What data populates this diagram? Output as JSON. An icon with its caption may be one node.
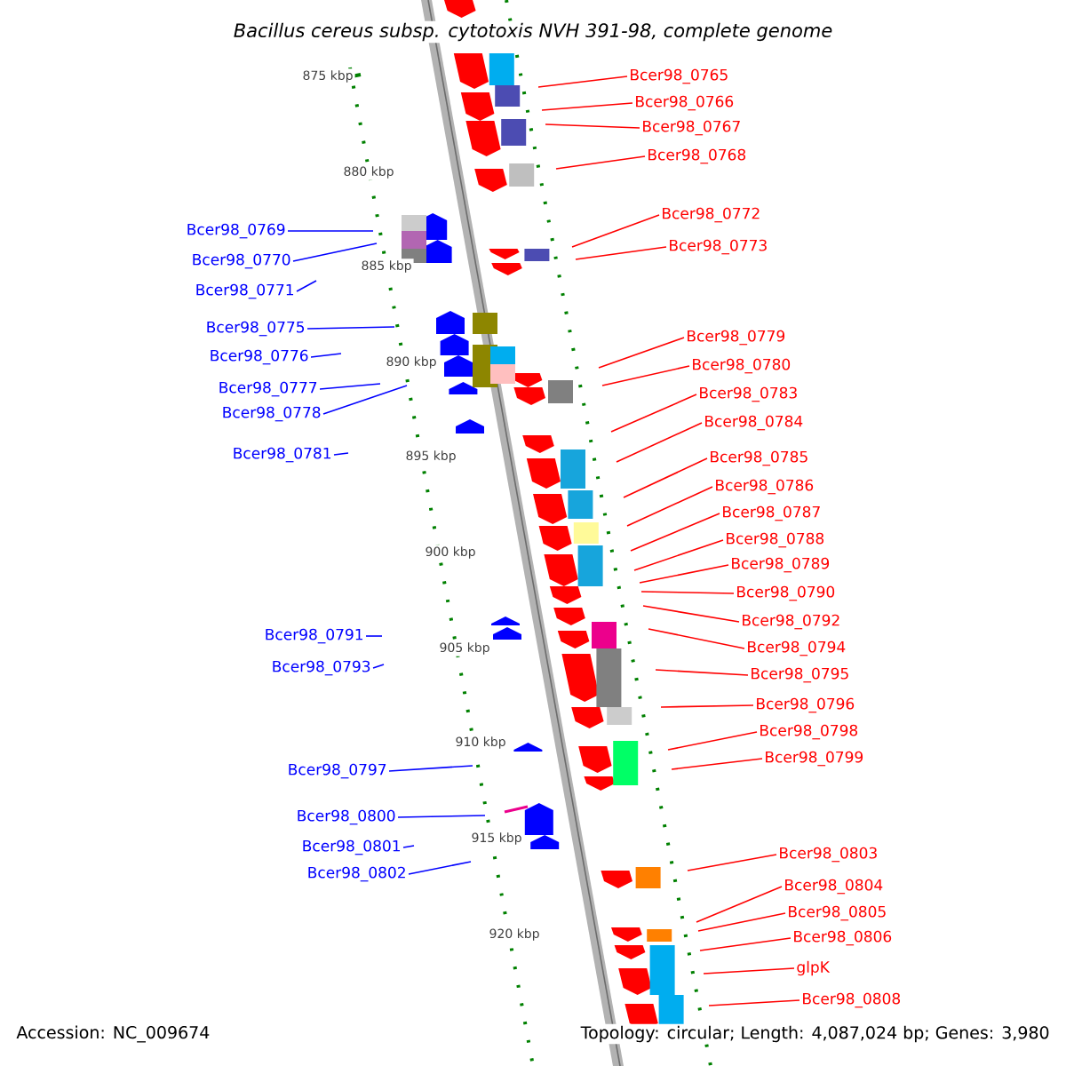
{
  "diagram": {
    "title": "*Bacillus cereus* subsp. *cytotoxis* NVH 391-98, complete genome",
    "nodes": [
      {
        "text": [
          "Bcer98_0765"
        ]
      },
      {
        "text": [
          "Bcer98_0766"
        ]
      },
      {
        "text": [
          "Bcer98_0767"
        ]
      },
      {
        "text": [
          "Bcer98_0768"
        ]
      },
      {
        "text": [
          "Bcer98_0772"
        ]
      },
      {
        "text": [
          "Bcer98_0773"
        ]
      },
      {
        "text": [
          "Bcer98_0779"
        ]
      },
      {
        "text": [
          "Bcer98_0780"
        ]
      },
      {
        "text": [
          "Bcer98_0783"
        ]
      },
      {
        "text": [
          "Bcer98_0784"
        ]
      },
      {
        "text": [
          "Bcer98_0785"
        ]
      },
      {
        "text": [
          "Bcer98_0786"
        ]
      },
      {
        "text": [
          "Bcer98_0787"
        ]
      },
      {
        "text": [
          "Bcer98_0788"
        ]
      },
      {
        "text": [
          "Bcer98_0789"
        ]
      },
      {
        "text": [
          "Bcer98_0790"
        ]
      },
      {
        "text": [
          "Bcer98_0792"
        ]
      },
      {
        "text": [
          "Bcer98_0794"
        ]
      },
      {
        "text": [
          "Bcer98_0795"
        ]
      },
      {
        "text": [
          "Bcer98_0796"
        ]
      },
      {
        "text": [
          "Bcer98_0798"
        ]
      },
      {
        "text": [
          "Bcer98_0799"
        ]
      },
      {
        "text": [
          "Bcer98_0803"
        ]
      },
      {
        "text": [
          "Bcer98_0804"
        ]
      },
      {
        "text": [
          "Bcer98_0805"
        ]
      },
      {
        "text": [
          "Bcer98_0806"
        ]
      },
      {
        "text": [
          "glpK"
        ]
      },
      {
        "text": [
          "Bcer98_0808"
        ]
      },
      {
        "text": [
          "Bcer98_0769"
        ]
      },
      {
        "text": [
          "Bcer98_0770"
        ]
      },
      {
        "text": [
          "Bcer98_0771"
        ]
      },
      {
        "text": [
          "Bcer98_0775"
        ]
      },
      {
        "text": [
          "Bcer98_0776"
        ]
      },
      {
        "text": [
          "Bcer98_0777"
        ]
      },
      {
        "text": [
          "Bcer98_0778"
        ]
      },
      {
        "text": [
          "Bcer98_0781"
        ]
      },
      {
        "text": [
          "Bcer98_0791"
        ]
      },
      {
        "text": [
          "Bcer98_0793"
        ]
      },
      {
        "text": [
          "Bcer98_0797"
        ]
      },
      {
        "text": [
          "Bcer98_0800"
        ]
      },
      {
        "text": [
          "Bcer98_0801"
        ]
      },
      {
        "text": [
          "Bcer98_0802"
        ]
      }
    ],
    "edges": [
      {
        "from": 0,
        "to": null,
        "arrow": "none"
      },
      {
        "from": 1,
        "to": null,
        "arrow": "none"
      },
      {
        "from": 2,
        "to": null,
        "arrow": "none"
      },
      {
        "from": 3,
        "to": null,
        "arrow": "none"
      },
      {
        "from": 4,
        "to": null,
        "arrow": "none"
      },
      {
        "from": 5,
        "to": null,
        "arrow": "none"
      },
      {
        "from": 6,
        "to": null,
        "arrow": "none"
      },
      {
        "from": 7,
        "to": null,
        "arrow": "none"
      },
      {
        "from": 8,
        "to": null,
        "arrow": "none"
      },
      {
        "from": 9,
        "to": null,
        "arrow": "none"
      },
      {
        "from": 10,
        "to": null,
        "arrow": "none"
      },
      {
        "from": 11,
        "to": null,
        "arrow": "none"
      },
      {
        "from": 12,
        "to": null,
        "arrow": "none"
      },
      {
        "from": 13,
        "to": null,
        "arrow": "none"
      },
      {
        "from": 14,
        "to": null,
        "arrow": "none"
      },
      {
        "from": 15,
        "to": null,
        "arrow": "none"
      },
      {
        "from": 16,
        "to": null,
        "arrow": "none"
      },
      {
        "from": 17,
        "to": null,
        "arrow": "none"
      },
      {
        "from": 18,
        "to": null,
        "arrow": "none"
      },
      {
        "from": 19,
        "to": null,
        "arrow": "none"
      },
      {
        "from": 20,
        "to": null,
        "arrow": "none"
      },
      {
        "from": 21,
        "to": null,
        "arrow": "none"
      },
      {
        "from": 22,
        "to": null,
        "arrow": "none"
      },
      {
        "from": 23,
        "to": null,
        "arrow": "none"
      },
      {
        "from": 24,
        "to": null,
        "arrow": "none"
      },
      {
        "from": 25,
        "to": null,
        "arrow": "none"
      },
      {
        "from": 26,
        "to": null,
        "arrow": "none"
      },
      {
        "from": 27,
        "to": null,
        "arrow": "none"
      },
      {
        "from": 28,
        "to": null,
        "arrow": "none",
        "color": "#0000ff"
      },
      {
        "from": 29,
        "to": null,
        "arrow": "none",
        "color": "#0000ff"
      },
      {
        "from": 30,
        "to": null,
        "arrow": "none",
        "color": "#0000ff"
      },
      {
        "from": 31,
        "to": null,
        "arrow": "none",
        "color": "#0000ff"
      },
      {
        "from": 32,
        "to": null,
        "arrow": "none",
        "color": "#0000ff"
      },
      {
        "from": 33,
        "to": null,
        "arrow": "none",
        "color": "#0000ff"
      },
      {
        "from": 34,
        "to": null,
        "arrow": "none",
        "color": "#0000ff"
      },
      {
        "from": 35,
        "to": null,
        "arrow": "none",
        "color": "#0000ff"
      },
      {
        "from": 36,
        "to": null,
        "arrow": "none",
        "color": "#0000ff"
      },
      {
        "from": 37,
        "to": null,
        "arrow": "none",
        "color": "#0000ff"
      },
      {
        "from": 38,
        "to": null,
        "arrow": "none",
        "color": "#0000ff"
      },
      {
        "from": 39,
        "to": null,
        "arrow": "none",
        "color": "#0000ff"
      },
      {
        "from": 40,
        "to": null,
        "arrow": "none",
        "color": "#0000ff"
      },
      {
        "from": 41,
        "to": null,
        "arrow": "none",
        "color": "#0000ff"
      }
    ],
    "labels": [
      "875 kbp",
      "880 kbp",
      "885 kbp",
      "890 kbp",
      "895 kbp",
      "900 kbp",
      "905 kbp",
      "910 kbp",
      "915 kbp",
      "920 kbp",
      "Accession: NC_009674",
      "Topology: circular; Length: 4,087,024 bp; Genes: 3,980"
    ]
  }
}
